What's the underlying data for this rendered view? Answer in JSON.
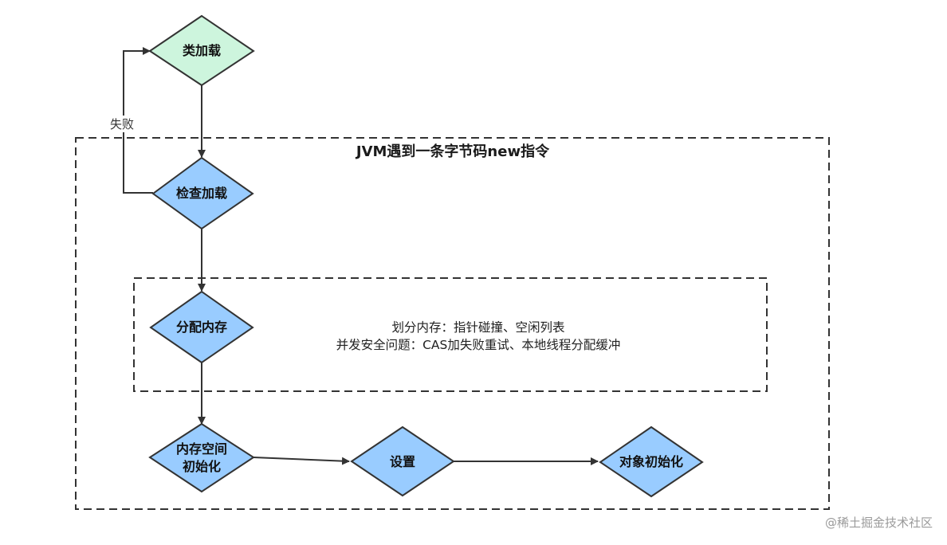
{
  "diagram": {
    "nodes": {
      "class_load": {
        "label": "类加载",
        "fill": "#cdf5dd"
      },
      "check_load": {
        "label": "检查加载",
        "fill": "#99ccff"
      },
      "alloc_mem": {
        "label": "分配内存",
        "fill": "#99ccff"
      },
      "mem_init": {
        "label": "内存空间\n初始化",
        "fill": "#99ccff"
      },
      "settings": {
        "label": "设置",
        "fill": "#99ccff"
      },
      "obj_init": {
        "label": "对象初始化",
        "fill": "#99ccff"
      }
    },
    "outer_group_title": "JVM遇到一条字节码new指令",
    "fail_label": "失败",
    "note_line1": "划分内存：指针碰撞、空闲列表",
    "note_line2": "并发安全问题：CAS加失败重试、本地线程分配缓冲",
    "colors": {
      "stroke": "#333333",
      "edge": "#333333",
      "dash": "#333333"
    }
  },
  "watermark": "@稀土掘金技术社区"
}
